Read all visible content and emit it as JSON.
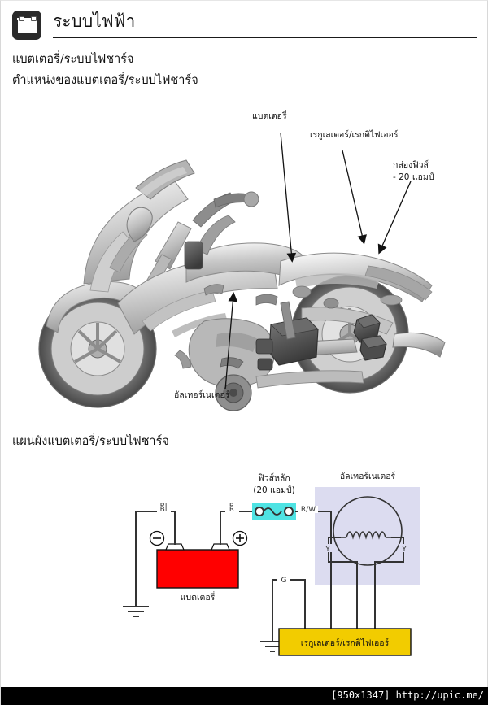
{
  "header": {
    "icon": "battery-icon",
    "title": "ระบบไฟฟ้า"
  },
  "sections": {
    "sub1": "แบตเตอรี่/ระบบไฟชาร์จ",
    "sub2": "ตำแหน่งของแบตเตอรี่/ระบบไฟชาร์จ",
    "sub3": "แผนผังแบตเตอรี่/ระบบไฟชาร์จ"
  },
  "photo": {
    "description": "motorcycle-illustration",
    "callouts": [
      {
        "id": "battery",
        "label": "แบตเตอรี่"
      },
      {
        "id": "regulator-rectifier",
        "label": "เรกูเลเตอร์/เรกติไฟเออร์"
      },
      {
        "id": "fuse-box-line1",
        "label": "กล่องฟิวส์"
      },
      {
        "id": "fuse-box-line2",
        "label": "- 20 แอมป์"
      },
      {
        "id": "alternator",
        "label": "อัลเทอร์เนเตอร์"
      }
    ]
  },
  "diagram": {
    "battery_label": "แบตเตอรี่",
    "fuse_label_line1": "ฟิวส์หลัก",
    "fuse_label_line2": "(20 แอมป์)",
    "alternator_label": "อัลเทอร์เนเตอร์",
    "regulator_label": "เรกูเลเตอร์/เรกติไฟเออร์",
    "wire_bl": "Bl",
    "wire_r": "R",
    "wire_rw": "R/W",
    "wire_g": "G",
    "wire_y_left": "Y",
    "wire_y_right": "Y",
    "terminal_negative": "−",
    "terminal_positive": "+",
    "colors": {
      "battery": "#FF0000",
      "fuse_highlight": "#4FE3E3",
      "alternator_panel": "#DCDCF0",
      "regulator": "#F2CC00",
      "wire": "#333333"
    }
  },
  "footer": {
    "text": "[950x1347] http://upic.me/"
  }
}
